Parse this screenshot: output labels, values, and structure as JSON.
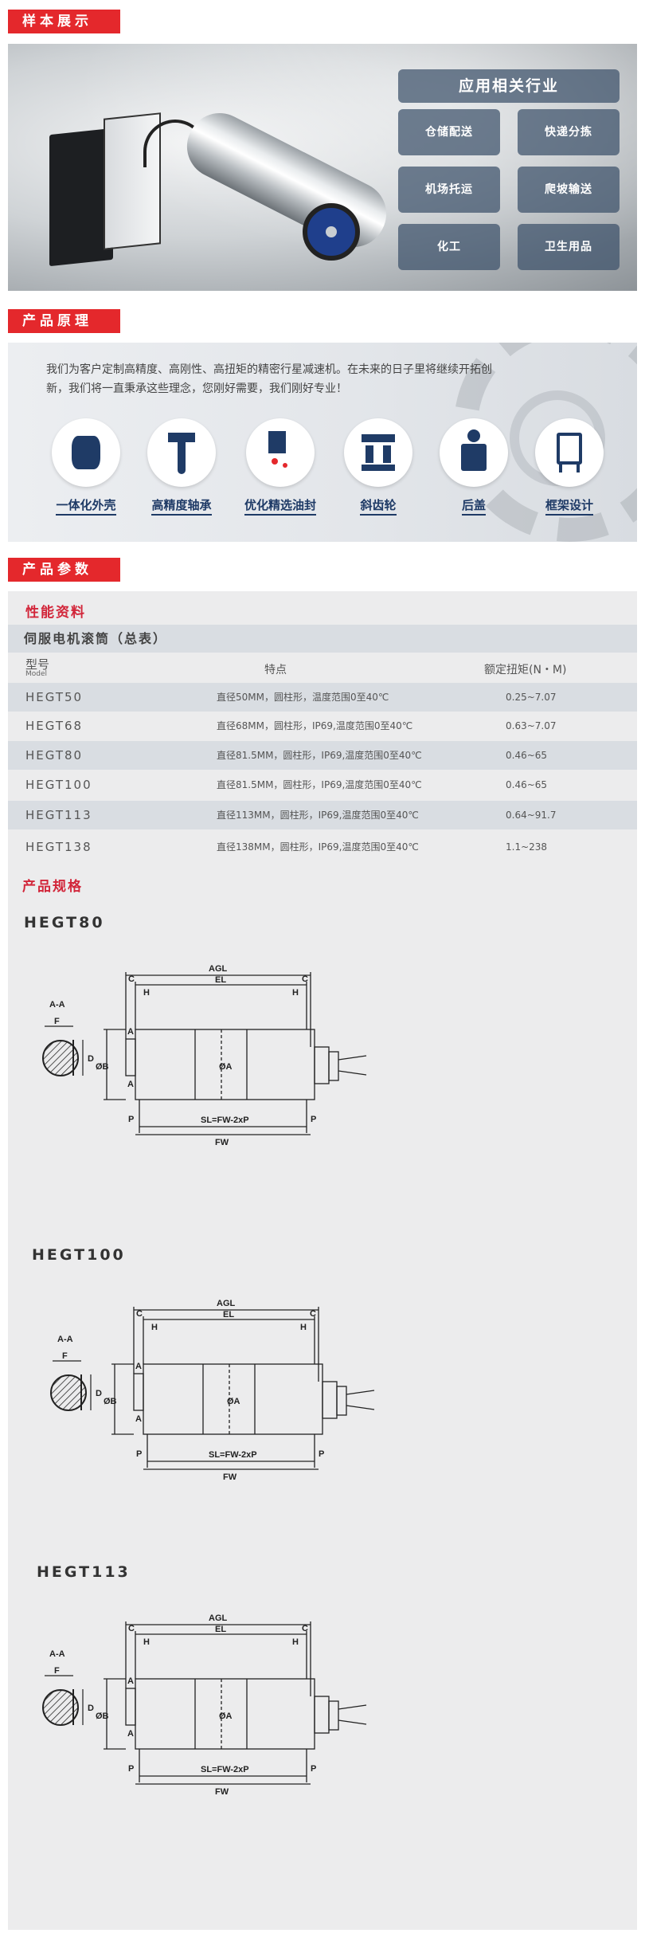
{
  "sections": {
    "sample": "样本展示",
    "principle": "产品原理",
    "params": "产品参数"
  },
  "industries": {
    "title": "应用相关行业",
    "items": [
      "仓储配送",
      "快递分拣",
      "机场托运",
      "爬坡输送",
      "化工",
      "卫生用品"
    ]
  },
  "principle": {
    "text": "我们为客户定制高精度、高刚性、高扭矩的精密行星减速机。在未来的日子里将继续开拓创新，我们将一直秉承这些理念，您刚好需要，我们刚好专业！",
    "features": [
      "一体化外壳",
      "高精度轴承",
      "优化精选油封",
      "斜齿轮",
      "后盖",
      "框架设计"
    ]
  },
  "params": {
    "performance_title": "性能资料",
    "group": "伺服电机滚筒（总表）",
    "headers": {
      "model": "型号",
      "model_en": "Model",
      "feature": "特点",
      "torque": "额定扭矩(N・M)"
    },
    "rows": [
      {
        "model": "HEGT50",
        "feature": "直径50MM，圆柱形，温度范围0至40℃",
        "torque": "0.25~7.07"
      },
      {
        "model": "HEGT68",
        "feature": "直径68MM，圆柱形，IP69,温度范围0至40℃",
        "torque": "0.63~7.07"
      },
      {
        "model": "HEGT80",
        "feature": "直径81.5MM，圆柱形，IP69,温度范围0至40℃",
        "torque": "0.46~65"
      },
      {
        "model": "HEGT100",
        "feature": "直径81.5MM，圆柱形，IP69,温度范围0至40℃",
        "torque": "0.46~65"
      },
      {
        "model": "HEGT113",
        "feature": "直径113MM，圆柱形，IP69,温度范围0至40℃",
        "torque": "0.64~91.7"
      },
      {
        "model": "HEGT138",
        "feature": "直径138MM，圆柱形，IP69,温度范围0至40℃",
        "torque": "1.1~238"
      }
    ],
    "spec_title": "产品规格",
    "drawings": [
      "HEGT80",
      "HEGT100",
      "HEGT113"
    ],
    "dim_labels": {
      "agl": "AGL",
      "el": "EL",
      "c": "C",
      "h": "H",
      "sl": "SL=FW-2xP",
      "fw": "FW",
      "p": "P",
      "ob": "ØB",
      "oa": "ØA",
      "a": "A",
      "aa": "A-A",
      "f": "F",
      "d": "D"
    }
  }
}
